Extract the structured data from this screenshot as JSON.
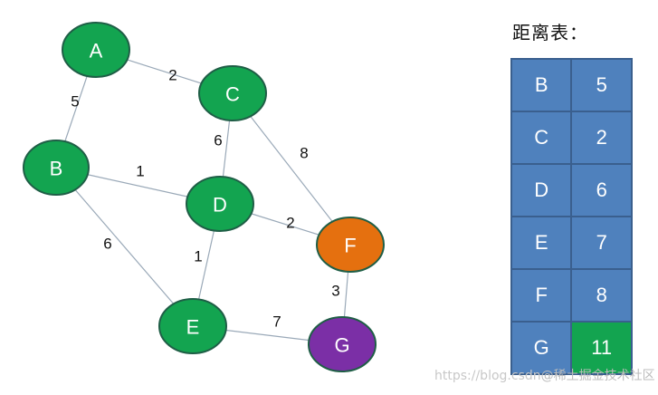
{
  "graph": {
    "nodes": [
      {
        "id": "A",
        "label": "A",
        "color": "#13a450"
      },
      {
        "id": "B",
        "label": "B",
        "color": "#13a450"
      },
      {
        "id": "C",
        "label": "C",
        "color": "#13a450"
      },
      {
        "id": "D",
        "label": "D",
        "color": "#13a450"
      },
      {
        "id": "E",
        "label": "E",
        "color": "#13a450"
      },
      {
        "id": "F",
        "label": "F",
        "color": "#e5700f"
      },
      {
        "id": "G",
        "label": "G",
        "color": "#7b2fa6"
      }
    ],
    "edges": [
      {
        "from": "A",
        "to": "C",
        "weight": "2"
      },
      {
        "from": "A",
        "to": "B",
        "weight": "5"
      },
      {
        "from": "C",
        "to": "D",
        "weight": "6"
      },
      {
        "from": "C",
        "to": "F",
        "weight": "8"
      },
      {
        "from": "B",
        "to": "D",
        "weight": "1"
      },
      {
        "from": "B",
        "to": "E",
        "weight": "6"
      },
      {
        "from": "D",
        "to": "F",
        "weight": "2"
      },
      {
        "from": "D",
        "to": "E",
        "weight": "1"
      },
      {
        "from": "F",
        "to": "G",
        "weight": "3"
      },
      {
        "from": "E",
        "to": "G",
        "weight": "7"
      }
    ]
  },
  "distance_table": {
    "title": "距离表：",
    "rows": [
      {
        "node": "B",
        "distance": "5",
        "highlight": false
      },
      {
        "node": "C",
        "distance": "2",
        "highlight": false
      },
      {
        "node": "D",
        "distance": "6",
        "highlight": false
      },
      {
        "node": "E",
        "distance": "7",
        "highlight": false
      },
      {
        "node": "F",
        "distance": "8",
        "highlight": false
      },
      {
        "node": "G",
        "distance": "11",
        "highlight": true
      }
    ],
    "colors": {
      "cell": "#4f81bd",
      "border": "#3a5f8e",
      "highlight": "#13a450"
    }
  },
  "watermark": {
    "url": "https://blog.csdn",
    "site": "@稀土掘金技术社区"
  }
}
